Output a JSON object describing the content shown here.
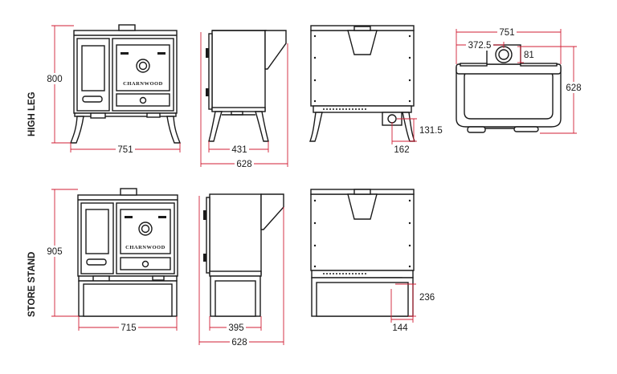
{
  "rows": {
    "high_leg": "HIGH LEG",
    "store_stand": "STORE STAND"
  },
  "brand": "CHARNWOOD",
  "dimensions": {
    "high_leg_height": "800",
    "high_leg_front_width": "751",
    "high_leg_side_width": "431",
    "high_leg_side_depth": "628",
    "high_leg_flue_height": "131.5",
    "high_leg_flue_offset": "162",
    "top_width": "751",
    "top_flue_center": "372.5",
    "top_flue_dia": "81",
    "top_depth": "628",
    "stand_height": "905",
    "stand_front_width": "715",
    "stand_side_width": "395",
    "stand_side_depth": "628",
    "stand_flue_height": "236",
    "stand_flue_offset": "144"
  },
  "colors": {
    "dimension_line": "#d21f35",
    "outline": "#1a1a1a"
  }
}
